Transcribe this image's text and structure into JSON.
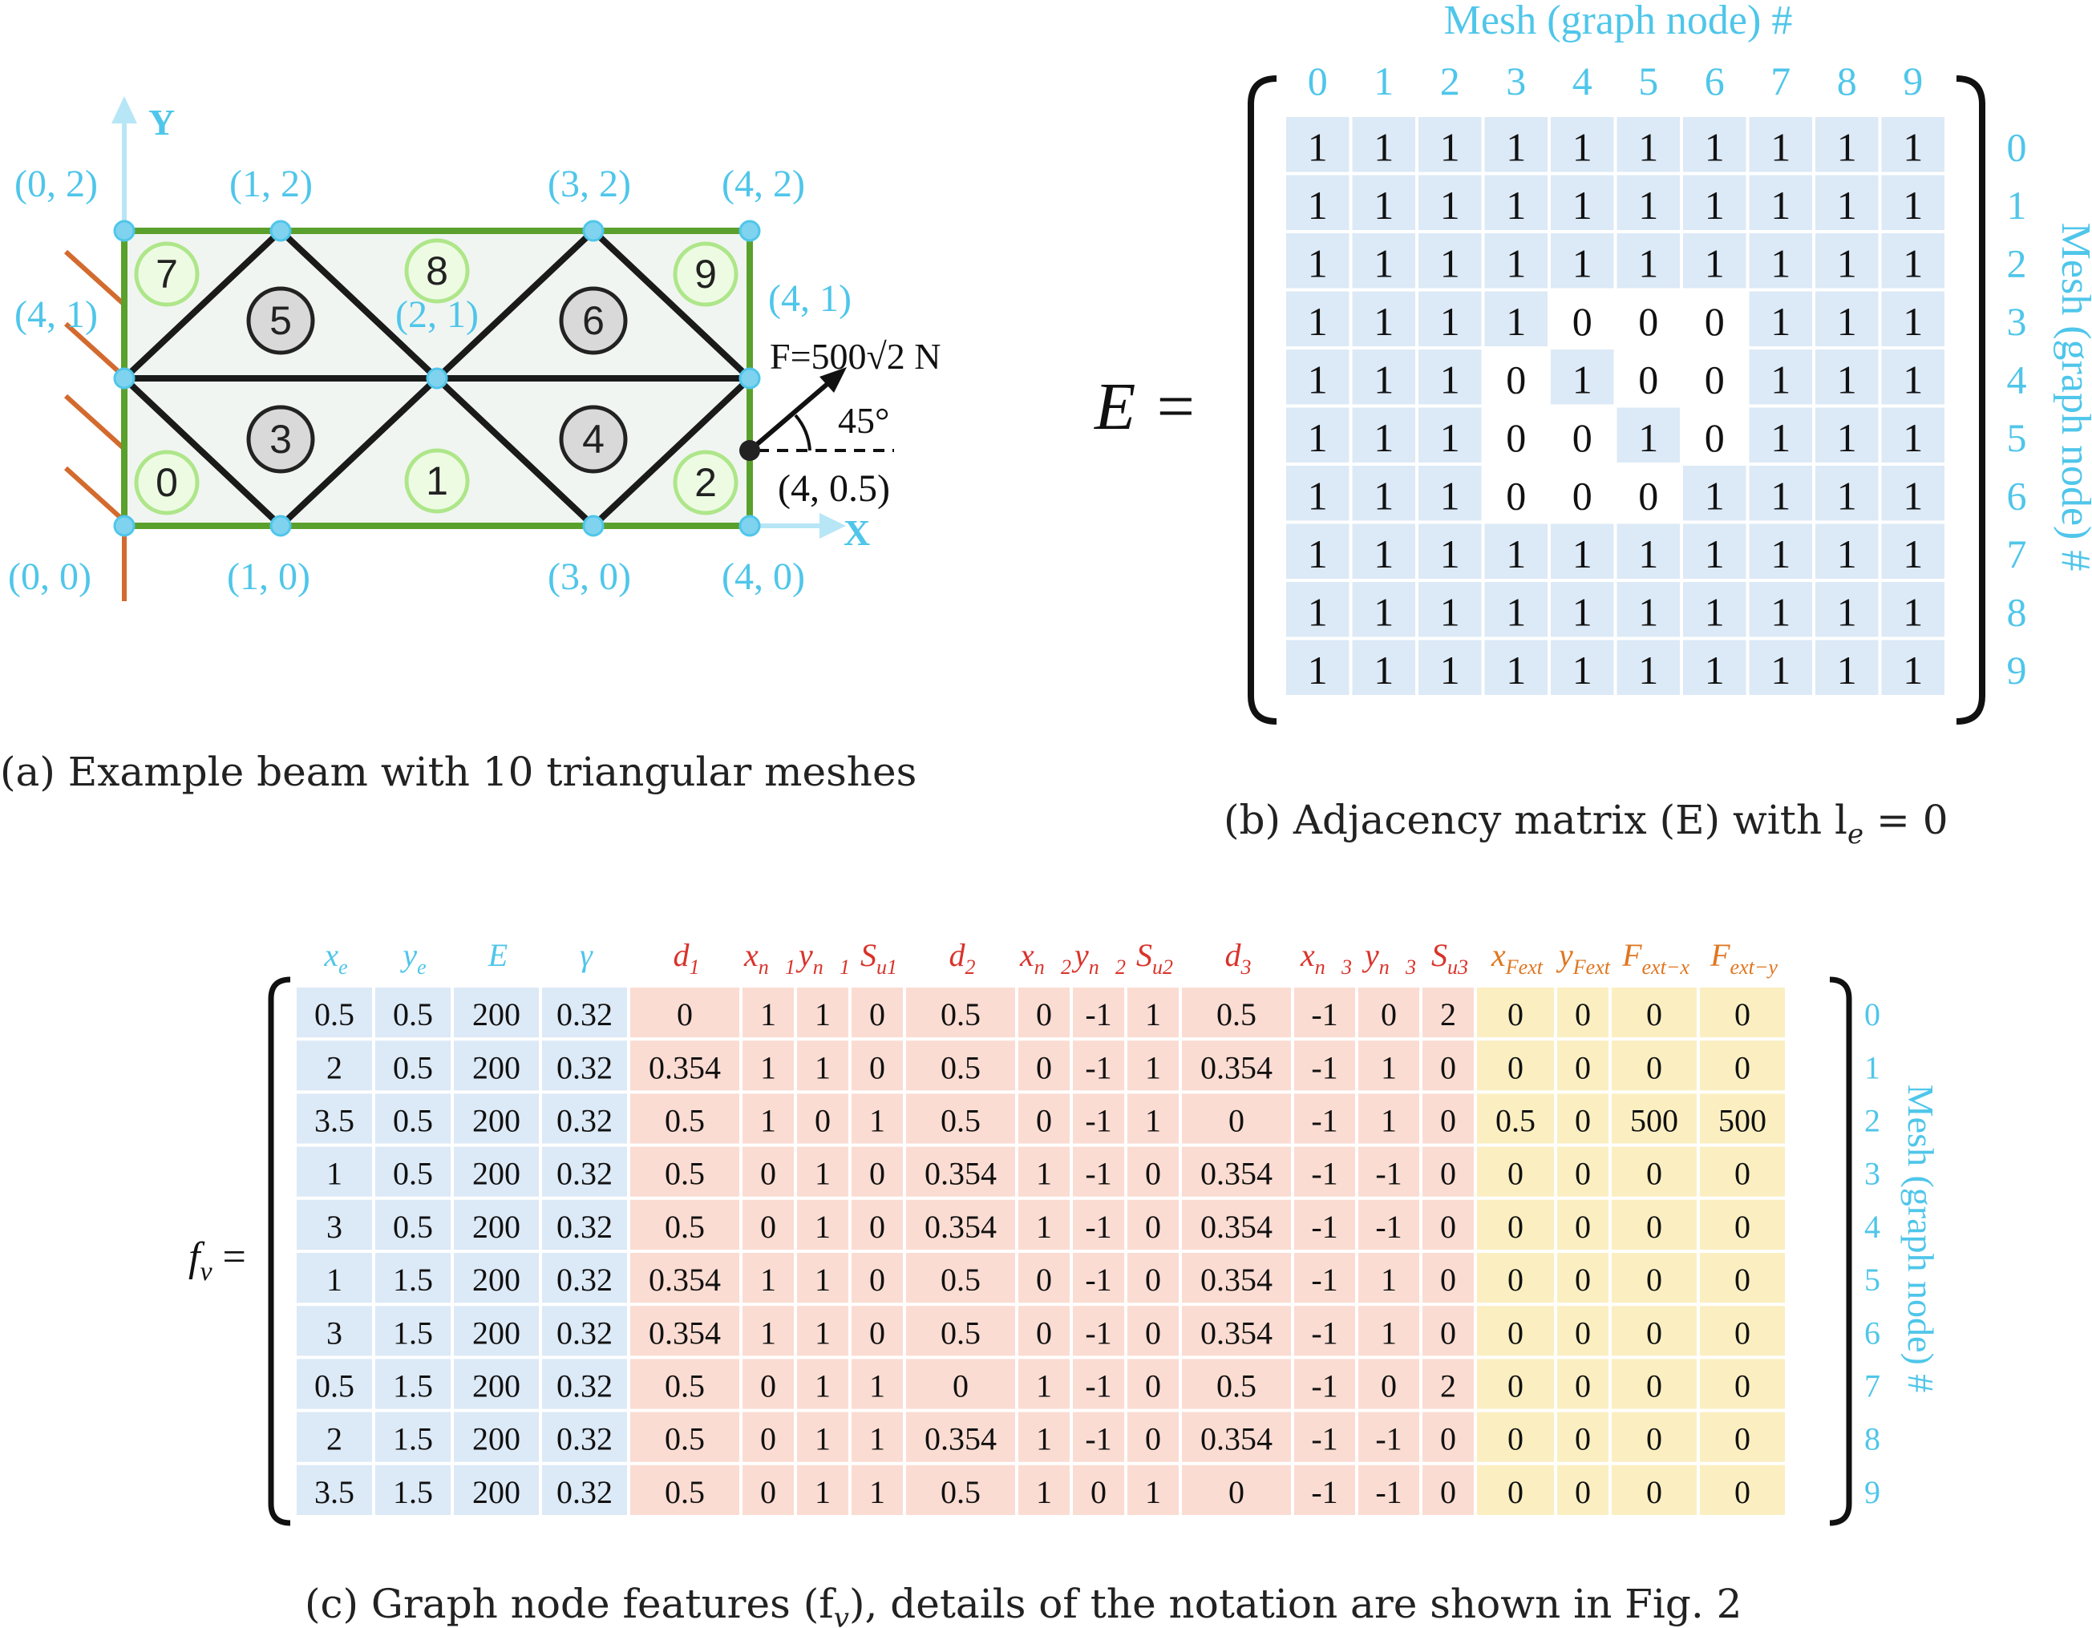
{
  "colors": {
    "cyan": "#4fc6ea",
    "green": "#5aa02c",
    "light_green": "#aee68a",
    "wall": "#d36a2e",
    "grey_circle": "#d9d9d9",
    "blue_cell": "#dce9f6",
    "pink_cell": "#fbdcd2",
    "yellow_cell": "#fbefc2",
    "red_text": "#d9332b",
    "orange_text": "#e0761f"
  },
  "panel_a": {
    "axis_y": "Y",
    "axis_x": "X",
    "caption": "(a)  Example  beam  with 10 triangular meshes",
    "node_labels": [
      {
        "text": "(0, 2)"
      },
      {
        "text": "(1, 2)"
      },
      {
        "text": "(3, 2)"
      },
      {
        "text": "(4, 2)"
      },
      {
        "text": "(4, 1)"
      },
      {
        "text": "(2, 1)"
      },
      {
        "text": "(4, 1)"
      },
      {
        "text": "(0, 0)"
      },
      {
        "text": "(1, 0)"
      },
      {
        "text": "(3, 0)"
      },
      {
        "text": "(4, 0)"
      },
      {
        "text": "(4, 0.5)"
      }
    ],
    "mesh_ids": [
      "0",
      "1",
      "2",
      "3",
      "4",
      "5",
      "6",
      "7",
      "8",
      "9"
    ],
    "force_label": "F=500√2 N",
    "angle_label": "45°"
  },
  "panel_b": {
    "lhs": "E =",
    "col_title": "Mesh (graph node) #",
    "row_title": "Mesh (graph node) #",
    "col_ids": [
      "0",
      "1",
      "2",
      "3",
      "4",
      "5",
      "6",
      "7",
      "8",
      "9"
    ],
    "row_ids": [
      "0",
      "1",
      "2",
      "3",
      "4",
      "5",
      "6",
      "7",
      "8",
      "9"
    ],
    "matrix": [
      [
        1,
        1,
        1,
        1,
        1,
        1,
        1,
        1,
        1,
        1
      ],
      [
        1,
        1,
        1,
        1,
        1,
        1,
        1,
        1,
        1,
        1
      ],
      [
        1,
        1,
        1,
        1,
        1,
        1,
        1,
        1,
        1,
        1
      ],
      [
        1,
        1,
        1,
        1,
        0,
        0,
        0,
        1,
        1,
        1
      ],
      [
        1,
        1,
        1,
        0,
        1,
        0,
        0,
        1,
        1,
        1
      ],
      [
        1,
        1,
        1,
        0,
        0,
        1,
        0,
        1,
        1,
        1
      ],
      [
        1,
        1,
        1,
        0,
        0,
        0,
        1,
        1,
        1,
        1
      ],
      [
        1,
        1,
        1,
        1,
        1,
        1,
        1,
        1,
        1,
        1
      ],
      [
        1,
        1,
        1,
        1,
        1,
        1,
        1,
        1,
        1,
        1
      ],
      [
        1,
        1,
        1,
        1,
        1,
        1,
        1,
        1,
        1,
        1
      ]
    ],
    "caption": "(b) Adjacency matrix (E) with l",
    "caption_sub": "e",
    "caption_tail": " = 0"
  },
  "panel_c": {
    "lhs": "f",
    "lhs_sub": "v",
    "lhs_eq": " =",
    "row_title": "Mesh (graph node) #",
    "row_ids": [
      "0",
      "1",
      "2",
      "3",
      "4",
      "5",
      "6",
      "7",
      "8",
      "9"
    ],
    "headers": [
      {
        "base": "x",
        "sub": "e",
        "group": "blue"
      },
      {
        "base": "y",
        "sub": "e",
        "group": "blue"
      },
      {
        "base": "E",
        "sub": "",
        "group": "blue"
      },
      {
        "base": "γ",
        "sub": "",
        "group": "blue"
      },
      {
        "base": "d",
        "sub": "1",
        "group": "pink"
      },
      {
        "base": "x",
        "sub": "n⃗1",
        "group": "pink"
      },
      {
        "base": "y",
        "sub": "n⃗1",
        "group": "pink"
      },
      {
        "base": "S",
        "sub": "u1",
        "group": "pink"
      },
      {
        "base": "d",
        "sub": "2",
        "group": "pink"
      },
      {
        "base": "x",
        "sub": "n⃗2",
        "group": "pink"
      },
      {
        "base": "y",
        "sub": "n⃗2",
        "group": "pink"
      },
      {
        "base": "S",
        "sub": "u2",
        "group": "pink"
      },
      {
        "base": "d",
        "sub": "3",
        "group": "pink"
      },
      {
        "base": "x",
        "sub": "n⃗3",
        "group": "pink"
      },
      {
        "base": "y",
        "sub": "n⃗3",
        "group": "pink"
      },
      {
        "base": "S",
        "sub": "u3",
        "group": "pink"
      },
      {
        "base": "x",
        "sub": "Fext",
        "group": "yellow"
      },
      {
        "base": "y",
        "sub": "Fext",
        "group": "yellow"
      },
      {
        "base": "F",
        "sub": "ext−x",
        "group": "yellow"
      },
      {
        "base": "F",
        "sub": "ext−y",
        "group": "yellow"
      }
    ],
    "rows": [
      [
        "0.5",
        "0.5",
        "200",
        "0.32",
        "0",
        "1",
        "1",
        "0",
        "0.5",
        "0",
        "-1",
        "1",
        "0.5",
        "-1",
        "0",
        "2",
        "0",
        "0",
        "0",
        "0"
      ],
      [
        "2",
        "0.5",
        "200",
        "0.32",
        "0.354",
        "1",
        "1",
        "0",
        "0.5",
        "0",
        "-1",
        "1",
        "0.354",
        "-1",
        "1",
        "0",
        "0",
        "0",
        "0",
        "0"
      ],
      [
        "3.5",
        "0.5",
        "200",
        "0.32",
        "0.5",
        "1",
        "0",
        "1",
        "0.5",
        "0",
        "-1",
        "1",
        "0",
        "-1",
        "1",
        "0",
        "0.5",
        "0",
        "500",
        "500"
      ],
      [
        "1",
        "0.5",
        "200",
        "0.32",
        "0.5",
        "0",
        "1",
        "0",
        "0.354",
        "1",
        "-1",
        "0",
        "0.354",
        "-1",
        "-1",
        "0",
        "0",
        "0",
        "0",
        "0"
      ],
      [
        "3",
        "0.5",
        "200",
        "0.32",
        "0.5",
        "0",
        "1",
        "0",
        "0.354",
        "1",
        "-1",
        "0",
        "0.354",
        "-1",
        "-1",
        "0",
        "0",
        "0",
        "0",
        "0"
      ],
      [
        "1",
        "1.5",
        "200",
        "0.32",
        "0.354",
        "1",
        "1",
        "0",
        "0.5",
        "0",
        "-1",
        "0",
        "0.354",
        "-1",
        "1",
        "0",
        "0",
        "0",
        "0",
        "0"
      ],
      [
        "3",
        "1.5",
        "200",
        "0.32",
        "0.354",
        "1",
        "1",
        "0",
        "0.5",
        "0",
        "-1",
        "0",
        "0.354",
        "-1",
        "1",
        "0",
        "0",
        "0",
        "0",
        "0"
      ],
      [
        "0.5",
        "1.5",
        "200",
        "0.32",
        "0.5",
        "0",
        "1",
        "1",
        "0",
        "1",
        "-1",
        "0",
        "0.5",
        "-1",
        "0",
        "2",
        "0",
        "0",
        "0",
        "0"
      ],
      [
        "2",
        "1.5",
        "200",
        "0.32",
        "0.5",
        "0",
        "1",
        "1",
        "0.354",
        "1",
        "-1",
        "0",
        "0.354",
        "-1",
        "-1",
        "0",
        "0",
        "0",
        "0",
        "0"
      ],
      [
        "3.5",
        "1.5",
        "200",
        "0.32",
        "0.5",
        "0",
        "1",
        "1",
        "0.5",
        "1",
        "0",
        "1",
        "0",
        "-1",
        "-1",
        "0",
        "0",
        "0",
        "0",
        "0"
      ]
    ],
    "caption": "(c) Graph node features (f",
    "caption_sub": "v",
    "caption_tail": "), details of the notation are shown in Fig. 2"
  }
}
